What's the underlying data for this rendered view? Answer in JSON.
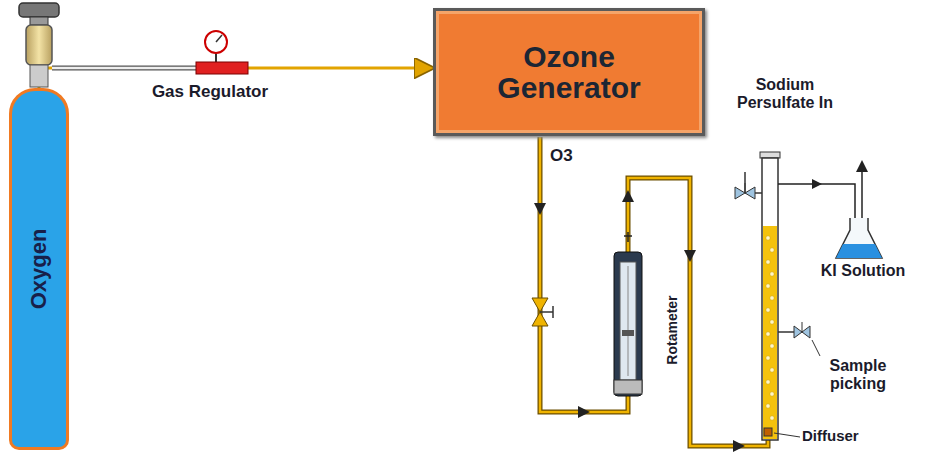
{
  "diagram": {
    "nodes": [
      {
        "text": [
          "Oxygen"
        ]
      },
      {
        "text": [
          "Ozone Generator"
        ]
      }
    ],
    "edges": [
      {
        "from": 0,
        "to": 1,
        "arrow": "to"
      }
    ],
    "labels": [
      "Gas Regulator",
      "O3",
      "Rotameter",
      "Sodium Persulfate In",
      "KI Solution",
      "Sample picking",
      "Diffuser"
    ]
  }
}
